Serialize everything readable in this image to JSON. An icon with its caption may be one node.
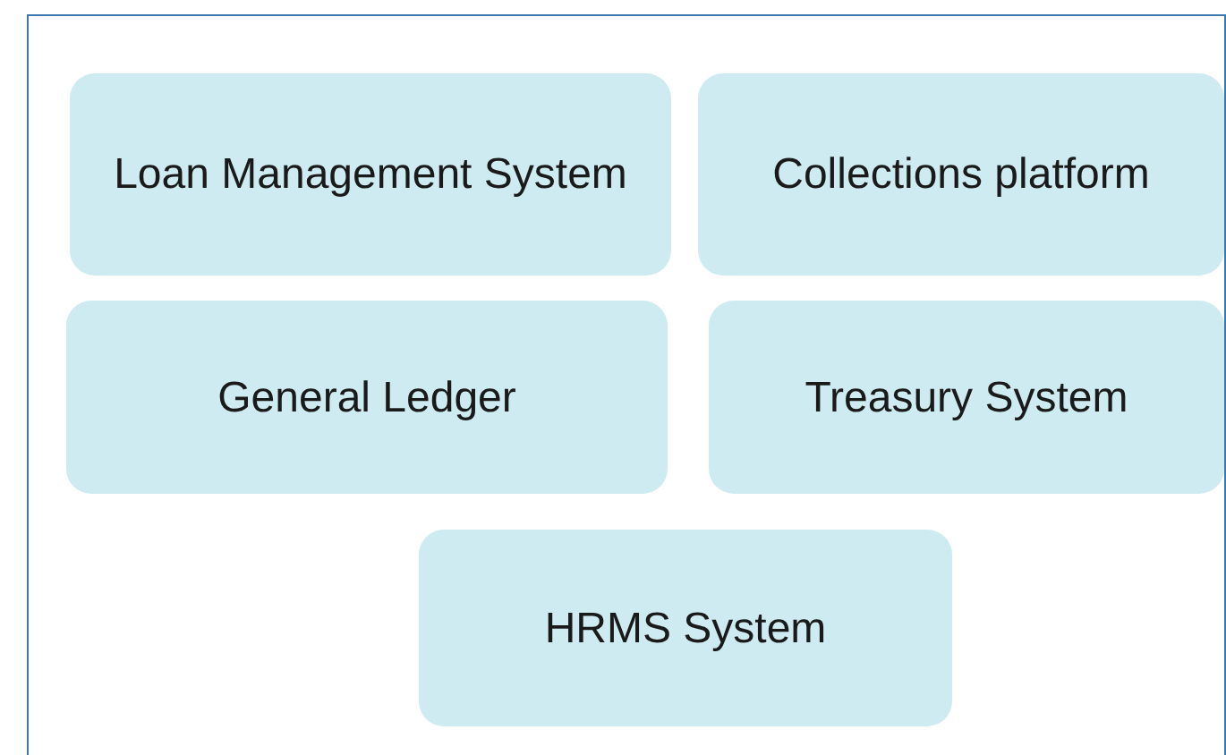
{
  "diagram": {
    "nodes": [
      {
        "text": [],
        "shape": "box"
      },
      {
        "text": [
          "Loan Management System"
        ],
        "in": 0
      },
      {
        "text": [
          "Collections platform"
        ],
        "in": 0
      },
      {
        "text": [
          "General Ledger"
        ],
        "in": 0
      },
      {
        "text": [
          "Treasury System"
        ],
        "in": 0
      },
      {
        "text": [
          "HRMS System"
        ],
        "in": 0
      }
    ]
  }
}
